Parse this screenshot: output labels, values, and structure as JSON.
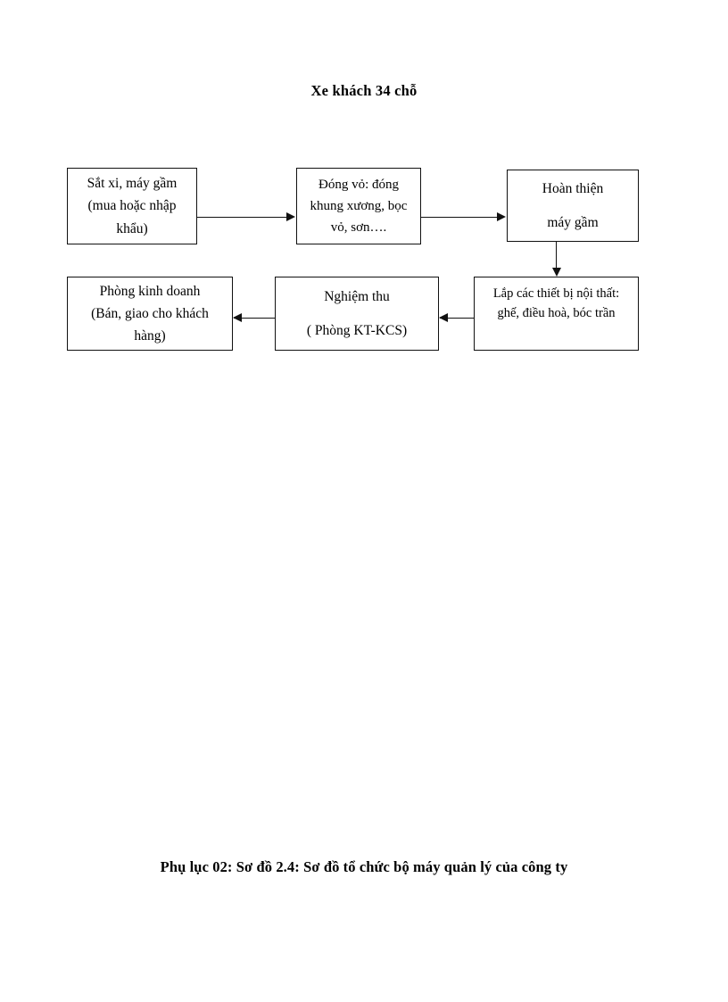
{
  "document": {
    "title": "Xe khách 34 chỗ",
    "caption": "Phụ lục 02: Sơ đồ 2.4: Sơ đồ tổ chức bộ máy quản lý của công ty"
  },
  "flowchart": {
    "type": "process-flow",
    "direction": "left-to-right then right-to-left (serpentine)",
    "nodes": [
      {
        "id": "chassis",
        "lines": [
          "Sắt xi, máy gầm",
          "(mua hoặc nhập",
          "khẩu)"
        ]
      },
      {
        "id": "body",
        "lines": [
          "Đóng vỏ: đóng",
          "khung xương, bọc",
          "vỏ, sơn…."
        ]
      },
      {
        "id": "engine",
        "lines": [
          "Hoàn thiện",
          "máy gầm"
        ]
      },
      {
        "id": "interior",
        "lines": [
          "Lắp các thiết bị nội thất:",
          "ghế, điều hoà, bóc trần"
        ]
      },
      {
        "id": "acceptance",
        "lines": [
          "Nghiệm thu",
          "( Phòng KT-KCS)"
        ]
      },
      {
        "id": "sales",
        "lines": [
          "Phòng kinh doanh",
          "(Bán, giao cho khách",
          "hàng)"
        ]
      }
    ],
    "edges": [
      {
        "from": "chassis",
        "to": "body",
        "direction": "right"
      },
      {
        "from": "body",
        "to": "engine",
        "direction": "right"
      },
      {
        "from": "engine",
        "to": "interior",
        "direction": "down"
      },
      {
        "from": "interior",
        "to": "acceptance",
        "direction": "left"
      },
      {
        "from": "acceptance",
        "to": "sales",
        "direction": "left"
      }
    ]
  },
  "colors": {
    "page_background": "#ffffff",
    "ink": "#111111",
    "text": "#000000"
  }
}
